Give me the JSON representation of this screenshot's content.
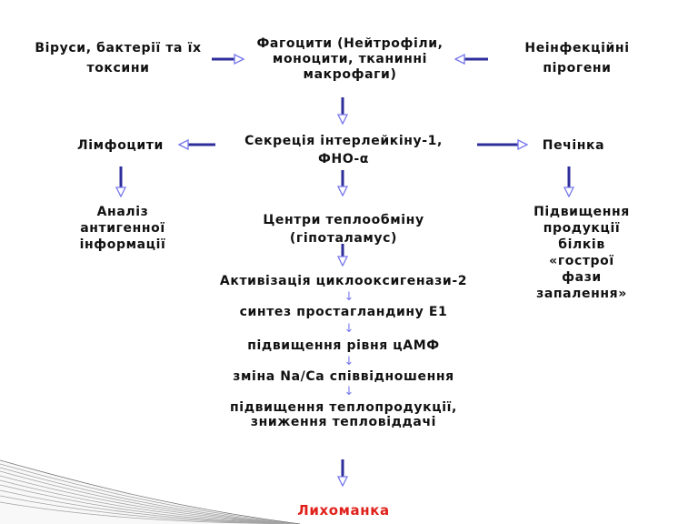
{
  "nodes": {
    "viruses": "Віруси, бактерії та їх токсини",
    "phagocytes": "Фагоцити (Нейтрофіли, моноцити, тканинні макрофаги)",
    "pyrogens": "Неінфекційні пірогени",
    "lymphocytes": "Лімфоцити",
    "secretion": "Секреція інтерлейкіну-1, ФНО-α",
    "liver": "Печінка",
    "analysis": "Аналіз антигенної інформації",
    "centers": "Центри теплообміну (гіпоталамус)",
    "increase": "Підвищення продукції білків «гострої фази запалення»",
    "step1": "Активізація циклооксигенази-2",
    "step2": "синтез простагландину Е1",
    "step3": "підвищення рівня цАМФ",
    "step4": "зміна Na/Ca співвідношення",
    "step5": "підвищення теплопродукції, зниження тепловіддачі",
    "fever": "Лихоманка"
  },
  "step_arrow": "↓",
  "colors": {
    "arrow": "#2e2e9a",
    "arrow_head": "#7777ee",
    "fever_text": "#e0201a"
  }
}
